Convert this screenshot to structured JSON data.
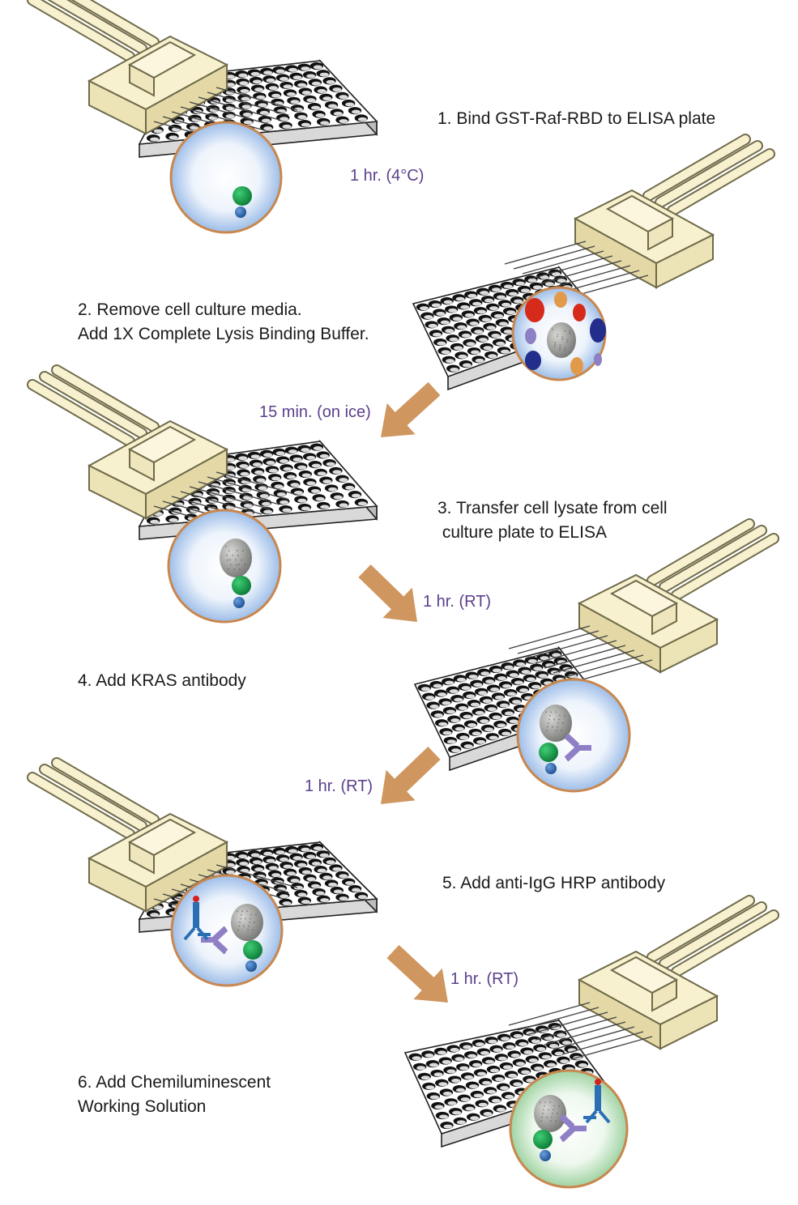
{
  "steps": [
    {
      "lines": [
        "1. Bind GST-Raf-RBD to ELISA plate"
      ]
    },
    {
      "lines": [
        "2. Remove cell culture media.",
        "Add 1X Complete Lysis Binding Buffer."
      ]
    },
    {
      "lines": [
        "3. Transfer cell lysate from cell",
        " culture plate to ELISA"
      ]
    },
    {
      "lines": [
        "4. Add KRAS antibody"
      ]
    },
    {
      "lines": [
        "5. Add anti-IgG HRP antibody"
      ]
    },
    {
      "lines": [
        "6. Add Chemiluminescent",
        "Working Solution"
      ]
    }
  ],
  "times": [
    "1 hr. (4°C)",
    "15 min. (on ice)",
    "1 hr. (RT)",
    "1 hr. (RT)",
    "1 hr. (RT)"
  ],
  "colors": {
    "arrow": "#cf9660",
    "time_text": "#5b3f8c",
    "pipette_body": "#f7f1cf",
    "pipette_outline": "#6f6a4a",
    "circle_border": "#c8874f",
    "bead_green": "#159a4a",
    "bead_blue": "#2d6db5",
    "ras_gray": "#9a9a98",
    "antibody_purple": "#8f7fc4",
    "antibody_blue": "#2a6fb5",
    "hrp_red": "#d32020"
  }
}
